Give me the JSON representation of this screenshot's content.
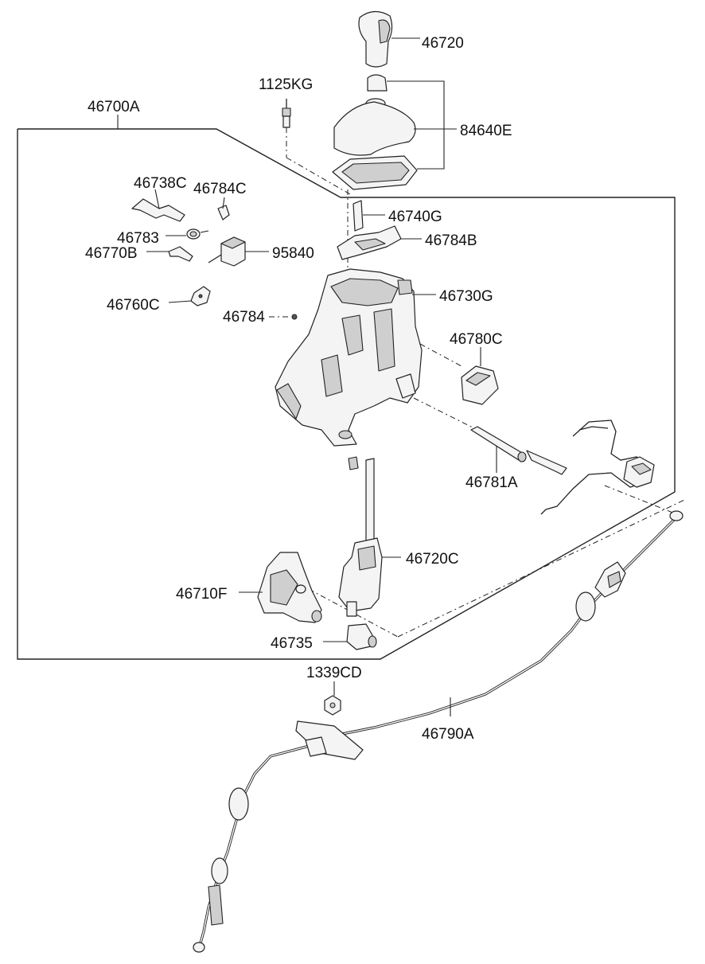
{
  "labels": {
    "shift_knob": "46720",
    "bolt": "1125KG",
    "lever_assy": "46700A",
    "boot_assy": "84640E",
    "lever_38c": "46738C",
    "clip_84c": "46784C",
    "guide_40g": "46740G",
    "bracket_84b": "46784B",
    "spring_783": "46783",
    "pin_70b": "46770B",
    "solenoid_95840": "95840",
    "housing_30g": "46730G",
    "clip_60c": "46760C",
    "pin_784": "46784",
    "sensor_80c": "46780C",
    "rod_81a": "46781A",
    "lever_20c": "46720C",
    "bracket_10f": "46710F",
    "bushing_735": "46735",
    "nut_1339": "1339CD",
    "cable_90a": "46790A"
  }
}
